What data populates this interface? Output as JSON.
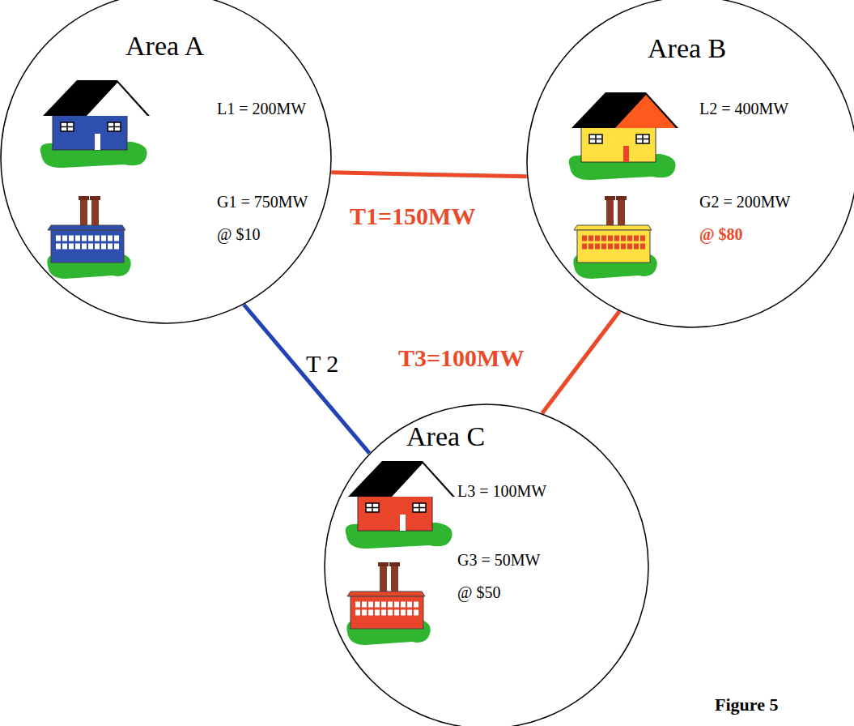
{
  "diagram": {
    "nodes": [
      {
        "text": [
          "Area A",
          "L1 = 200MW",
          "G1 = 750MW",
          "@ $10"
        ]
      },
      {
        "text": [
          "Area B",
          "L2 = 400MW",
          "G2 = 200MW",
          "@ $80"
        ]
      },
      {
        "text": [
          "Area C",
          "L3 = 100MW",
          "G3 = 50MW",
          "@ $50"
        ]
      }
    ],
    "edges": [
      {
        "from": 0,
        "to": 1,
        "label": "T1=150MW",
        "arrow": "none"
      },
      {
        "from": 0,
        "to": 2,
        "label": "T 2",
        "arrow": "none"
      },
      {
        "from": 1,
        "to": 2,
        "label": "T3=100MW",
        "arrow": "none"
      }
    ],
    "labels": [
      "Figure 5"
    ]
  }
}
